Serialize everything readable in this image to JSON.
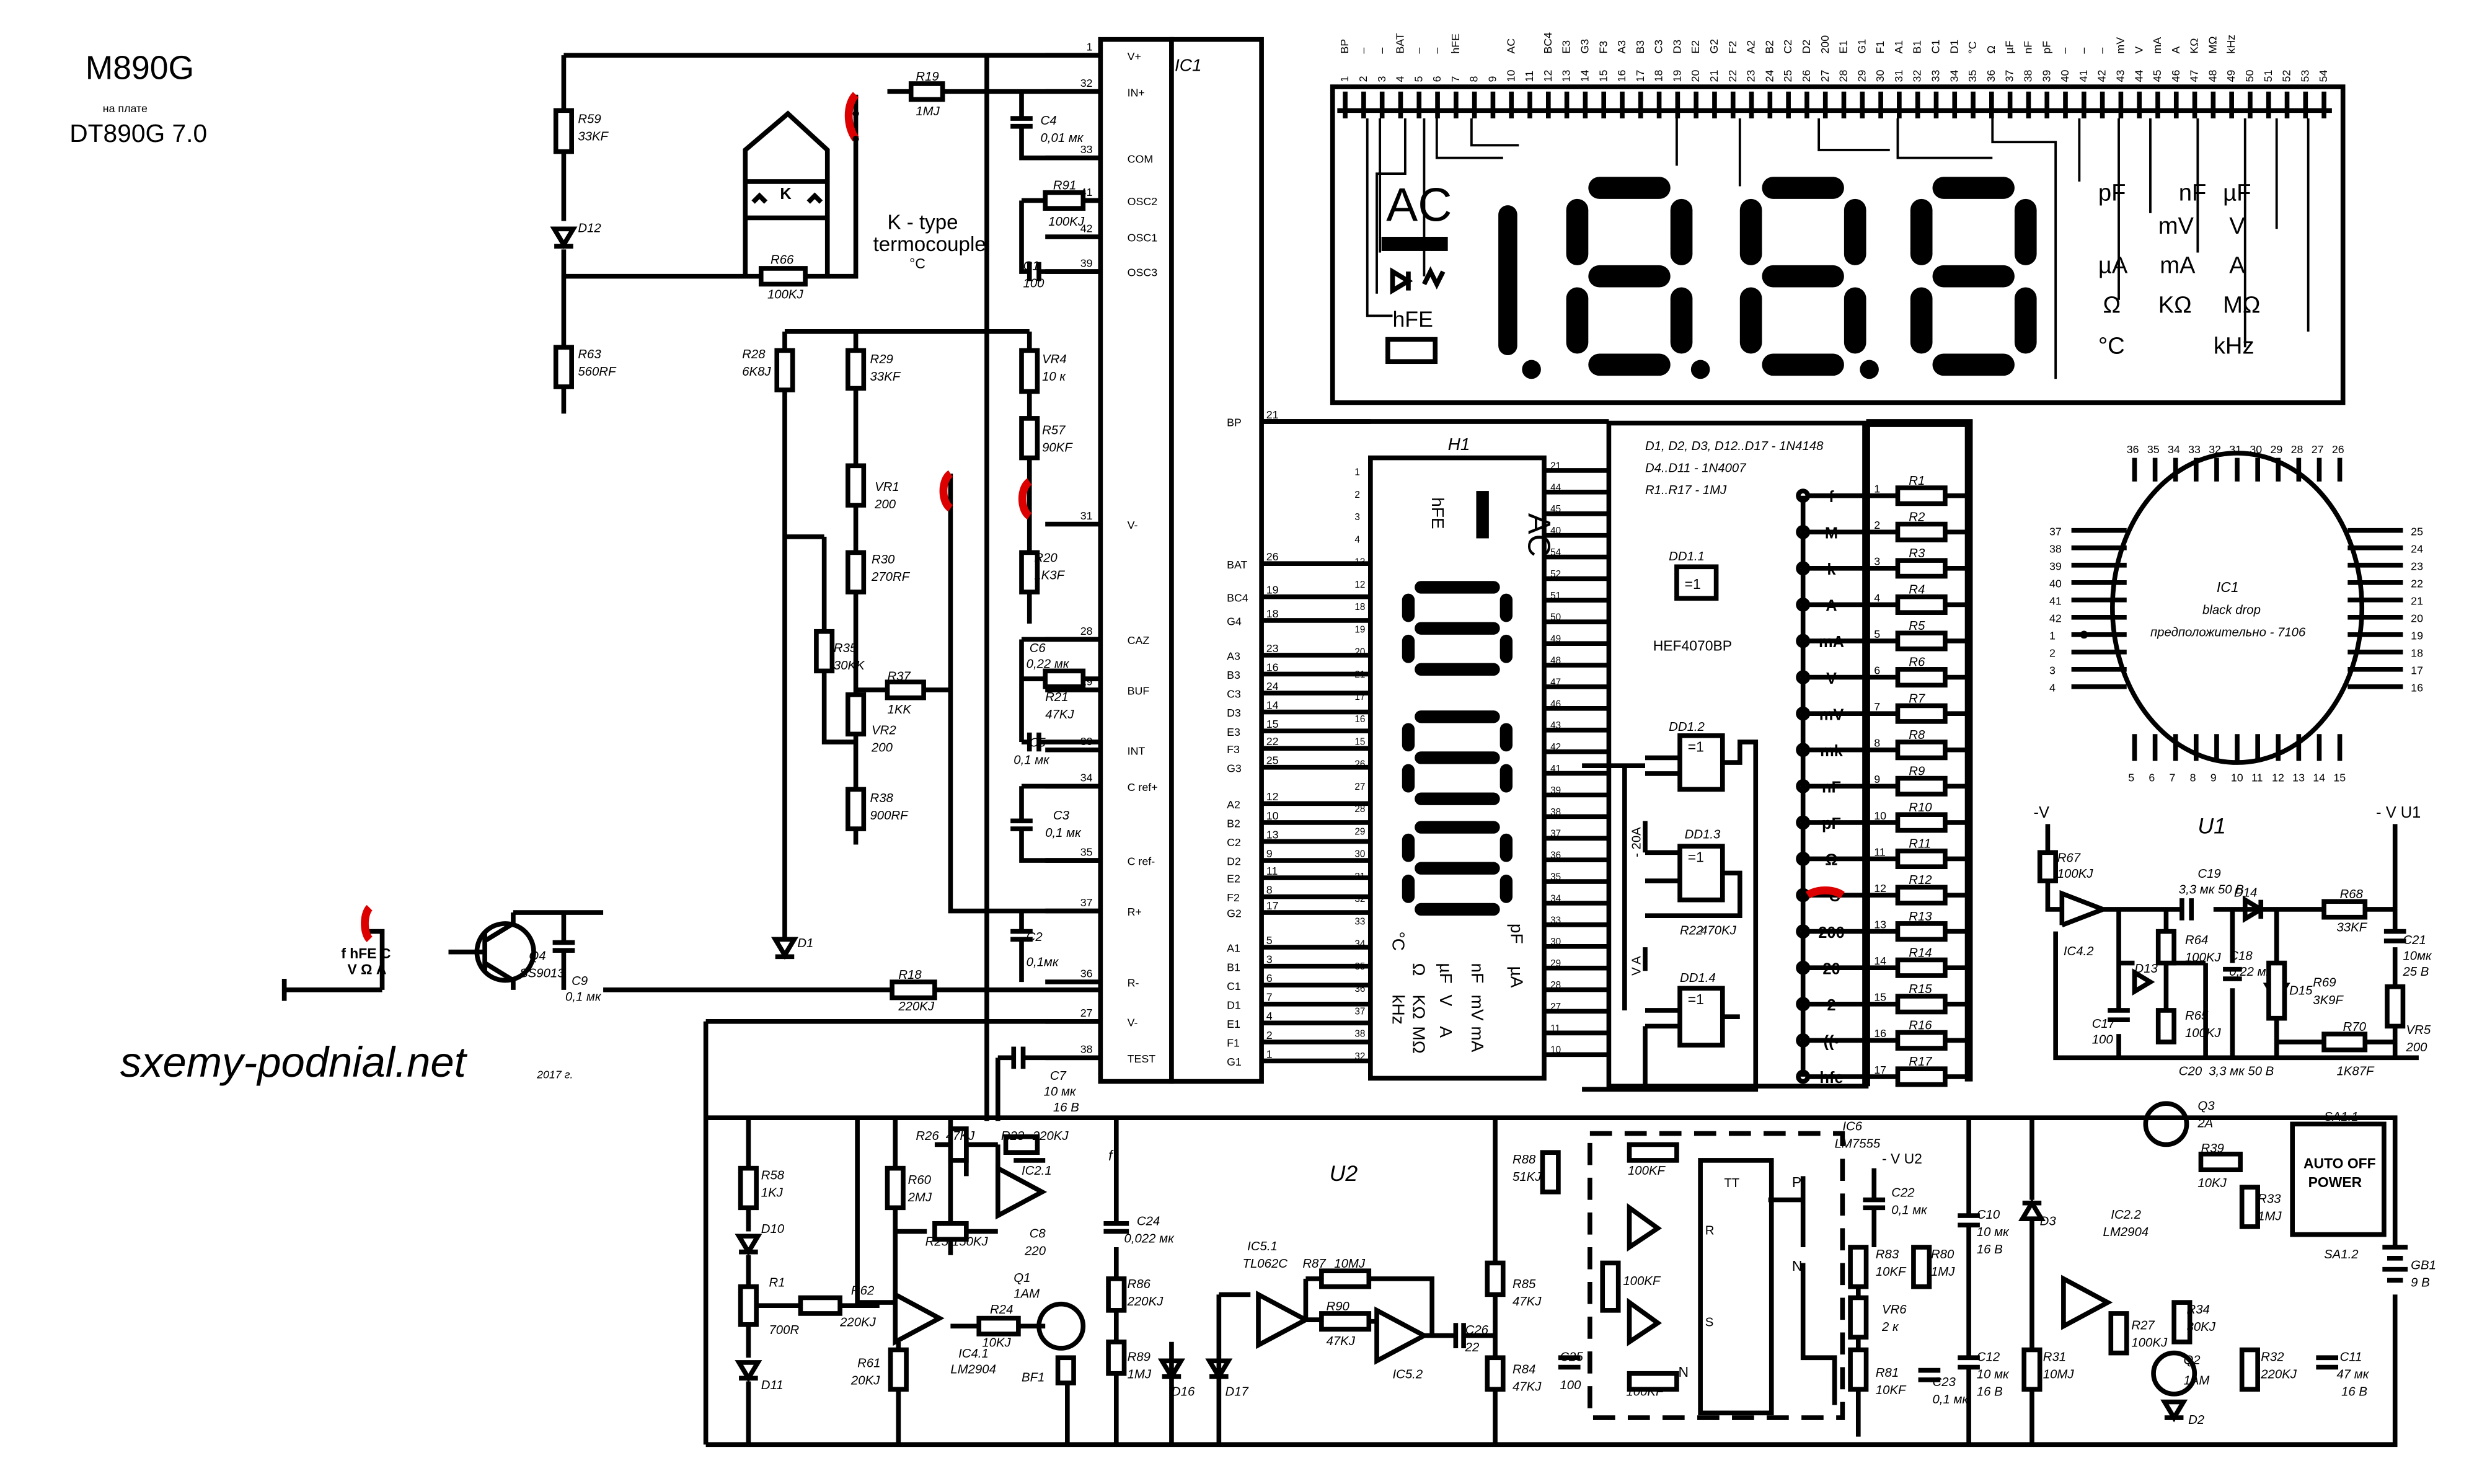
{
  "header": {
    "model": "M890G",
    "board_note": "на плате",
    "board_model": "DT890G 7.0",
    "site": "sxemy-podnial.net",
    "year": "2017 г."
  },
  "lcd_pins": [
    "1",
    "2",
    "3",
    "4",
    "5",
    "6",
    "7",
    "8",
    "9",
    "10",
    "11",
    "12",
    "13",
    "14",
    "15",
    "16",
    "17",
    "18",
    "19",
    "20",
    "21",
    "22",
    "23",
    "24",
    "25",
    "26",
    "27",
    "28",
    "29",
    "30",
    "31",
    "32",
    "33",
    "34",
    "35",
    "36",
    "37",
    "38",
    "39",
    "40",
    "41",
    "42",
    "43",
    "44",
    "45",
    "46",
    "47",
    "48",
    "49",
    "50",
    "51",
    "52",
    "53",
    "54"
  ],
  "lcd_pin_names": [
    "BP",
    "–",
    "–",
    "BAT",
    "–",
    "–",
    "hFE",
    "",
    "",
    "AC",
    "",
    "BC4",
    "E3",
    "G3",
    "F3",
    "A3",
    "B3",
    "C3",
    "D3",
    "E2",
    "G2",
    "F2",
    "A2",
    "B2",
    "C2",
    "D2",
    "200",
    "E1",
    "G1",
    "F1",
    "A1",
    "B1",
    "C1",
    "D1",
    "°C",
    "Ω",
    "µF",
    "nF",
    "pF",
    "–",
    "–",
    "–",
    "mV",
    "V",
    "mA",
    "A",
    "KΩ",
    "MΩ",
    "kHz",
    "",
    "",
    "",
    "",
    ""
  ],
  "lcd": {
    "ac": "AC",
    "hfe": "hFE",
    "units": {
      "pF": "pF",
      "nF": "nF",
      "uF": "µF",
      "mV": "mV",
      "V": "V",
      "uA": "µA",
      "mA": "mA",
      "A": "A",
      "ohm": "Ω",
      "kohm": "KΩ",
      "mohm": "MΩ",
      "degc": "°C",
      "khz": "kHz"
    }
  },
  "ic1": {
    "name": "IC1",
    "left_pins": [
      {
        "num": "1",
        "name": "V+"
      },
      {
        "num": "32",
        "name": "IN+"
      },
      {
        "num": "33",
        "name": "COM"
      },
      {
        "num": "41",
        "name": "OSC2"
      },
      {
        "num": "42",
        "name": "OSC1"
      },
      {
        "num": "39",
        "name": "OSC3"
      },
      {
        "num": "31",
        "name": "V-"
      },
      {
        "num": "28",
        "name": "CAZ"
      },
      {
        "num": "29",
        "name": "BUF"
      },
      {
        "num": "30",
        "name": "INT"
      },
      {
        "num": "34",
        "name": "C ref+"
      },
      {
        "num": "35",
        "name": "C ref-"
      },
      {
        "num": "37",
        "name": "R+"
      },
      {
        "num": "36",
        "name": "R-"
      },
      {
        "num": "27",
        "name": "V-"
      },
      {
        "num": "38",
        "name": "TEST"
      }
    ],
    "right_pins": [
      "BP",
      "BAT",
      "BC4",
      "G4",
      "A3",
      "B3",
      "C3",
      "D3",
      "E3",
      "F3",
      "G3",
      "A2",
      "B2",
      "C2",
      "D2",
      "E2",
      "F2",
      "G2",
      "A1",
      "B1",
      "C1",
      "D1",
      "E1",
      "F1",
      "G1"
    ],
    "right_nums": [
      "21",
      "26",
      "19",
      "18",
      "23",
      "16",
      "24",
      "14",
      "15",
      "22",
      "25",
      "12",
      "10",
      "13",
      "9",
      "11",
      "8",
      "17",
      "5",
      "3",
      "6",
      "7",
      "4",
      "2",
      "1"
    ]
  },
  "h1": {
    "name": "H1",
    "left_nums": [
      "1",
      "2",
      "3",
      "4",
      "13",
      "12",
      "18",
      "19",
      "20",
      "21",
      "17",
      "16",
      "15",
      "26",
      "27",
      "28",
      "29",
      "30",
      "31",
      "32",
      "33",
      "34",
      "35",
      "36",
      "37",
      "38",
      "32"
    ],
    "right_nums": [
      "21",
      "44",
      "45",
      "40",
      "54",
      "52",
      "51",
      "50",
      "49",
      "48",
      "47",
      "46",
      "43",
      "42",
      "41",
      "39",
      "38",
      "37",
      "36",
      "35",
      "34",
      "33",
      "30",
      "29",
      "28",
      "27",
      "11",
      "10"
    ]
  },
  "diode_note": [
    "D1, D2, D3, D12..D17 - 1N4148",
    "D4..D11 - 1N4007",
    "R1..R17 - 1MJ"
  ],
  "dd1": {
    "dd11": "DD1.1",
    "chip": "HEF4070BP",
    "dd12": "DD1.2",
    "dd13": "DD1.3",
    "dd14": "DD1.4",
    "r22": "R22",
    "r22_val": "470KJ",
    "a20": "- 20A",
    "va": "V A"
  },
  "switch_labels": [
    "f",
    "M",
    "k",
    "A",
    "mA",
    "V",
    "mV",
    "mk",
    "nF",
    "pF",
    "Ω",
    "°C",
    "200",
    "20",
    "2",
    "((•",
    "hfe"
  ],
  "switch_resistors": [
    "R1",
    "R2",
    "R3",
    "R4",
    "R5",
    "R6",
    "R7",
    "R8",
    "R9",
    "R10",
    "R11",
    "R12",
    "R13",
    "R14",
    "R15",
    "R16",
    "R17"
  ],
  "chip_blob": {
    "name": "IC1",
    "desc": "black drop",
    "note": "предположительно - 7106",
    "top_pins": [
      "36",
      "35",
      "34",
      "33",
      "32",
      "31",
      "30",
      "29",
      "28",
      "27",
      "26"
    ],
    "bottom_pins": [
      "5",
      "6",
      "7",
      "8",
      "9",
      "10",
      "11",
      "12",
      "13",
      "14",
      "15"
    ],
    "left_pins": [
      "37",
      "38",
      "39",
      "40",
      "41",
      "42",
      "1",
      "2",
      "3",
      "4"
    ],
    "right_pins": [
      "25",
      "24",
      "23",
      "22",
      "21",
      "20",
      "19",
      "18",
      "17",
      "16"
    ]
  },
  "thermo": {
    "label": "K - type",
    "label2": "termocouple",
    "unit": "°C",
    "k": "K"
  },
  "components": {
    "r59": "R59",
    "r59v": "33KF",
    "d12": "D12",
    "r63": "R63",
    "r63v": "560RF",
    "r66": "R66",
    "r66v": "100KJ",
    "r19": "R19",
    "r19v": "1MJ",
    "c4": "C4",
    "c4v": "0,01 мк",
    "r91": "R91",
    "r91v": "100KJ",
    "c1": "C1",
    "c1v": "100",
    "r28": "R28",
    "r28v": "6K8J",
    "r29": "R29",
    "r29v": "33KF",
    "vr4": "VR4",
    "vr4v": "10 к",
    "r57": "R57",
    "r57v": "90KF",
    "vr1": "VR1",
    "vr1v": "200",
    "r30": "R30",
    "r30v": "270RF",
    "r20": "R20",
    "r20v": "1K3F",
    "r35": "R35",
    "r35v": "30KK",
    "r37": "R37",
    "r37v": "1KK",
    "vr2": "VR2",
    "vr2v": "200",
    "r38": "R38",
    "r38v": "900RF",
    "c6": "C6",
    "c6v": "0,22 мк",
    "r21": "R21",
    "r21v": "47KJ",
    "c5": "C5",
    "c5v": "0,1 мк",
    "c3": "C3",
    "c3v": "0,1 мк",
    "c2": "C2",
    "c2v": "0,1мк",
    "r18": "R18",
    "r18v": "220KJ",
    "c7": "C7",
    "c7v": "10 мк",
    "c7v2": "16 В",
    "d1": "D1",
    "q4": "Q4",
    "q4v": "SS9013",
    "c9": "C9",
    "c9v": "0,1 мк",
    "fhfe": "f hFE C",
    "va": "V Ω A"
  },
  "u2": {
    "name": "U2",
    "r58": "R58",
    "r58v": "1KJ",
    "d10": "D10",
    "r1": "R1",
    "r1v": "700R",
    "d11": "D11",
    "r62": "R62",
    "r62v": "220KJ",
    "r61": "R61",
    "r61v": "20KJ",
    "r26": "R26",
    "r26v": "47KJ",
    "r23": "R23",
    "r23v": "220KJ",
    "r60": "R60",
    "r60v": "2MJ",
    "ic21": "IC2.1",
    "r25": "R25",
    "r25v": "150KJ",
    "c8": "C8",
    "c8v": "220",
    "ic41": "IC4.1",
    "ic41v": "LM2904",
    "r24": "R24",
    "r24v": "10KJ",
    "q1": "Q1",
    "q1v": "1AM",
    "bf1": "BF1",
    "f": "f",
    "c24": "C24",
    "c24v": "0,022 мк",
    "r86": "R86",
    "r86v": "220KJ",
    "r89": "R89",
    "r89v": "1MJ",
    "d16": "D16",
    "d17": "D17",
    "ic51": "IC5.1",
    "ic51v": "TL062C",
    "r87": "R87",
    "r87v": "10MJ",
    "r90": "R90",
    "r90v": "47KJ",
    "ic52": "IC5.2",
    "c26": "C26",
    "c26v": "22",
    "r88": "R88",
    "r88v": "51KJ",
    "r85": "R85",
    "r85v": "47KJ",
    "r84": "R84",
    "r84v": "47KJ",
    "c25": "C25",
    "c25v": "100",
    "ic6": "IC6",
    "ic6v": "LM7555",
    "r100a": "100KF",
    "r100b": "100KF",
    "r100c": "100KF",
    "vu2": "- V U2",
    "c22": "C22",
    "c22v": "0,1 мк",
    "r83": "R83",
    "r83v": "10KF",
    "r80": "R80",
    "r80v": "1MJ",
    "vr6": "VR6",
    "vr6v": "2 к",
    "r81": "R81",
    "r81v": "10KF",
    "c23": "C23",
    "c23v": "0,1 мк",
    "c10": "C10",
    "c10v": "10 мк",
    "c10v2": "16 В",
    "c12": "C12",
    "c12v": "10 мк",
    "c12v2": "16 В",
    "d3": "D3",
    "r31": "R31",
    "r31v": "10MJ",
    "ic22": "IC2.2",
    "ic22v": "LM2904",
    "q3": "Q3",
    "q3v": "2A",
    "r39": "R39",
    "r39v": "10KJ",
    "r33": "R33",
    "r33v": "1MJ",
    "r27": "R27",
    "r27v": "100KJ",
    "r34": "R34",
    "r34v": "30KJ",
    "q2": "Q2",
    "q2v": "1AM",
    "d2": "D2",
    "r32": "R32",
    "r32v": "220KJ",
    "c11": "C11",
    "c11v": "47 мк",
    "c11v2": "16 В",
    "sa11": "SA1.1",
    "sa12": "SA1.2",
    "auto": "AUTO OFF",
    "power": "POWER",
    "gb1": "GB1",
    "gb1v": "9 В"
  },
  "u1": {
    "name": "U1",
    "vneg": "-V",
    "vu1": "- V U1",
    "r67": "R67",
    "r67v": "100KJ",
    "ic42": "IC4.2",
    "c19": "C19",
    "c19v": "3,3 мк 50 В",
    "d14": "D14",
    "r68": "R68",
    "r68v": "33KF",
    "c21": "C21",
    "c21v": "10мк",
    "c21v2": "25 В",
    "d13": "D13",
    "r64": "R64",
    "r64v": "100KJ",
    "c18": "C18",
    "c18v": "0,22 мк",
    "d15": "D15",
    "r69": "R69",
    "r69v": "3K9F",
    "vr5": "VR5",
    "vr5v": "200",
    "c17": "C17",
    "c17v": "100",
    "r65": "R65",
    "r65v": "100KJ",
    "c20": "C20",
    "c20v": "3,3 мк 50 В",
    "r70": "R70",
    "r70v": "1K87F"
  }
}
